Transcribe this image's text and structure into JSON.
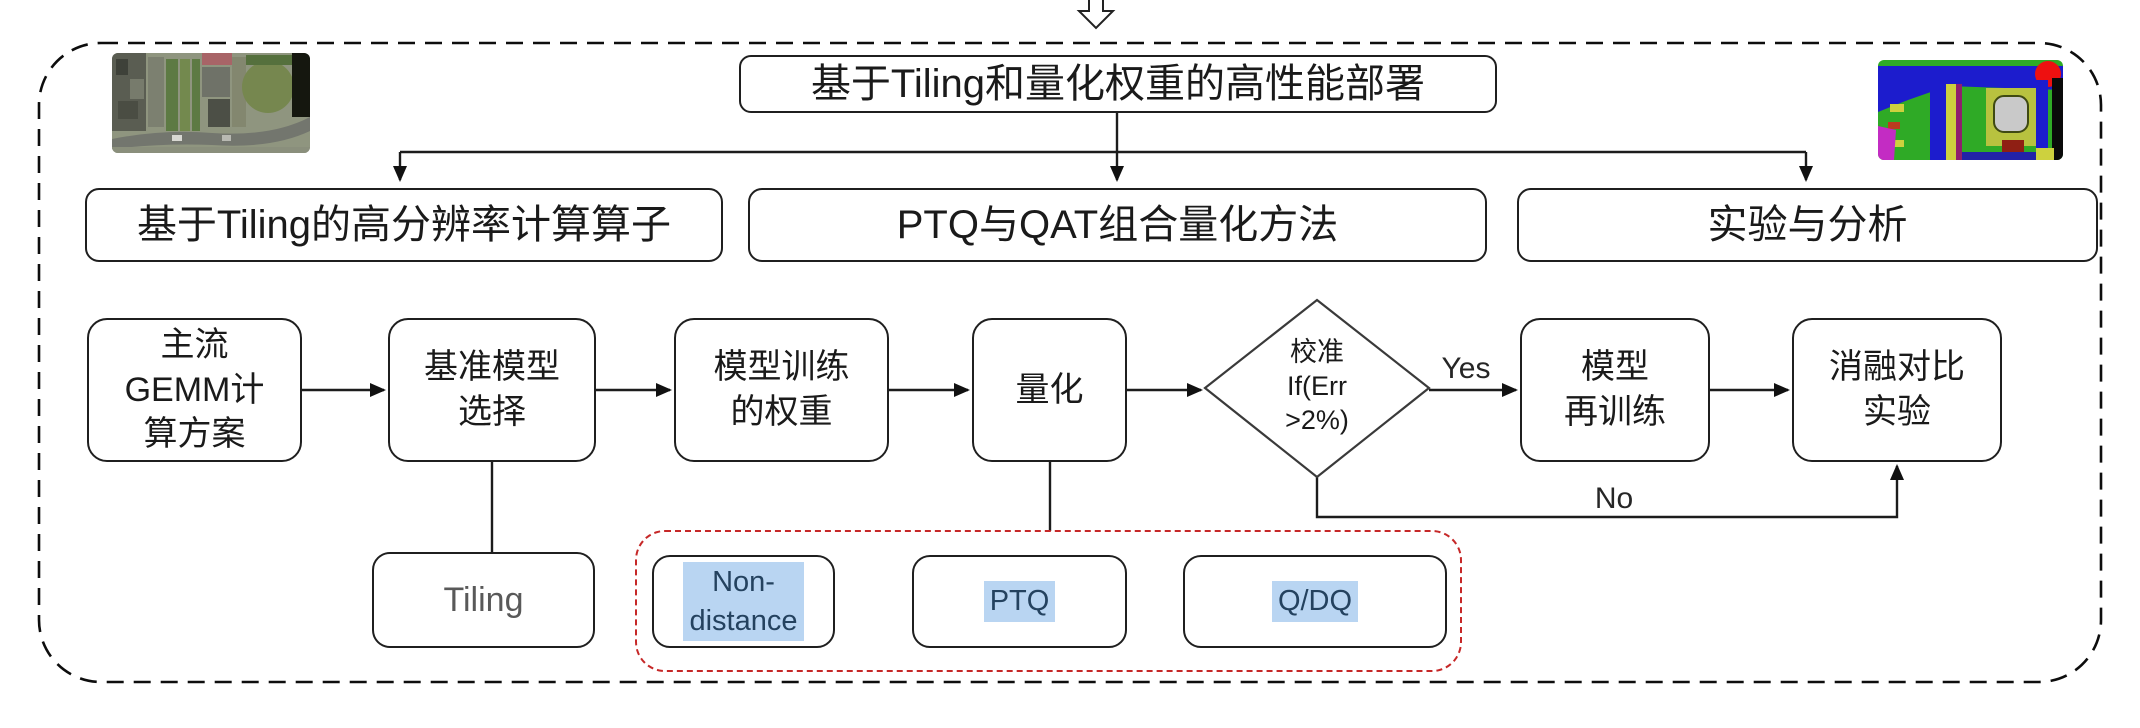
{
  "title": "基于Tiling和量化权重的高性能部署",
  "branches": [
    {
      "label": "基于Tiling的高分辨率计算算子"
    },
    {
      "label": "PTQ与QAT组合量化方法"
    },
    {
      "label": "实验与分析"
    }
  ],
  "flow": {
    "node_gemm": "主流\nGEMM计\n算方案",
    "node_model_select": "基准模型\n选择",
    "node_weights": "模型训练\n的权重",
    "node_quantize": "量化",
    "decision_calibrate": "校准\nIf(Err\n>2%)",
    "node_retrain": "模型\n再训练",
    "node_ablation": "消融对比\n实验",
    "yes_label": "Yes",
    "no_label": "No"
  },
  "sub": {
    "tiling": "Tiling",
    "non_distance": "Non-\ndistance",
    "ptq": "PTQ",
    "qdq": "Q/DQ"
  },
  "icons": {
    "top_arrow": "hollow-down-arrow"
  },
  "colors": {
    "line": "#1c1c1c",
    "box_border": "#1f1f1f",
    "red_dashed": "#c62828",
    "highlight_bg": "#b9d5f2",
    "highlight_text": "#24425f",
    "tiling_text": "#595959"
  }
}
